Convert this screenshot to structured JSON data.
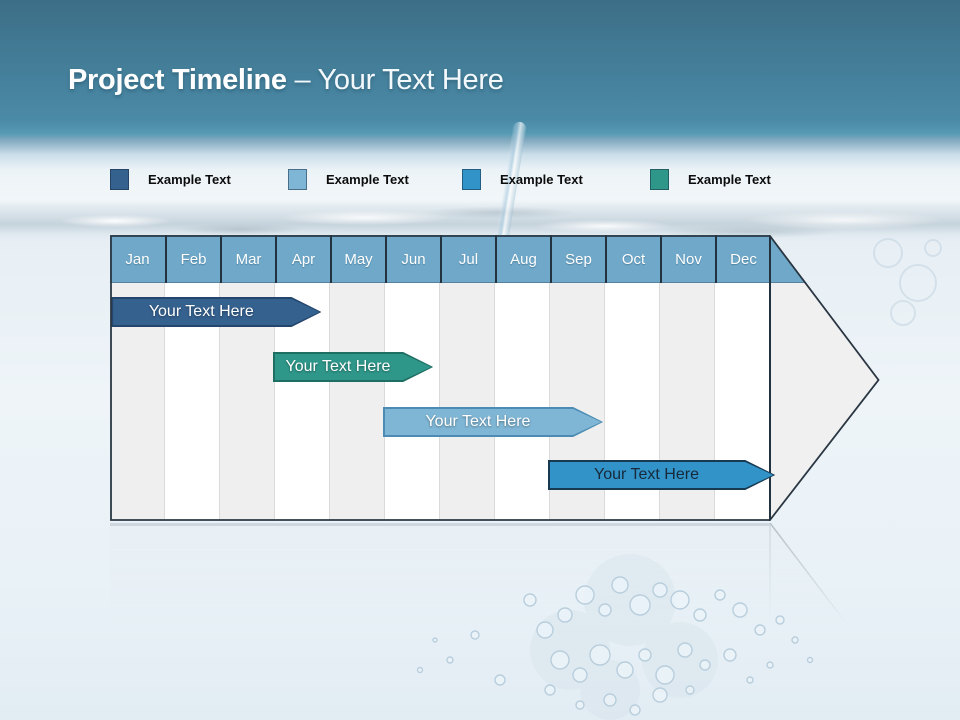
{
  "title": {
    "bold": "Project Timeline",
    "rest": "– Your Text Here"
  },
  "legend": {
    "items": [
      {
        "label": "Example Text",
        "color": "#35618F"
      },
      {
        "label": "Example Text",
        "color": "#7FB6D5"
      },
      {
        "label": "Example Text",
        "color": "#3193C8"
      },
      {
        "label": "Example Text",
        "color": "#2F978A"
      }
    ]
  },
  "timeline": {
    "months": [
      "Jan",
      "Feb",
      "Mar",
      "Apr",
      "May",
      "Jun",
      "Jul",
      "Aug",
      "Sep",
      "Oct",
      "Nov",
      "Dec"
    ],
    "header_color": "#6FA8C9",
    "column_colors": [
      "#EFEFEF",
      "#FFFFFF"
    ]
  },
  "chart_data": {
    "type": "bar",
    "subtype": "gantt-timeline",
    "title": "Project Timeline – Your Text Here",
    "categories": [
      "Jan",
      "Feb",
      "Mar",
      "Apr",
      "May",
      "Jun",
      "Jul",
      "Aug",
      "Sep",
      "Oct",
      "Nov",
      "Dec"
    ],
    "grid": "alternating-month-columns",
    "legend_position": "top",
    "tasks": [
      {
        "label": "Your Text Here",
        "row": 0,
        "start_month": "Jan",
        "end_month": "Mar",
        "start": 0.02,
        "end": 3.3,
        "color": "#35618F",
        "border_color": "#24466C",
        "text_color": "#FFFFFF"
      },
      {
        "label": "Your Text Here",
        "row": 1,
        "start_month": "Apr",
        "end_month": "Jun",
        "start": 2.96,
        "end": 5.33,
        "color": "#2F978A",
        "border_color": "#1E6E63",
        "text_color": "#FFFFFF"
      },
      {
        "label": "Your Text Here",
        "row": 2,
        "start_month": "Jun",
        "end_month": "Sep",
        "start": 4.96,
        "end": 8.42,
        "color": "#7FB6D5",
        "border_color": "#4C8CB4",
        "text_color": "#FFFFFF"
      },
      {
        "label": "Your Text Here",
        "row": 3,
        "start_month": "Sep",
        "end_month": "Dec",
        "start": 7.96,
        "end": 11.55,
        "color": "#3193C8",
        "border_color": "#173A52",
        "text_color": "#17293A"
      }
    ]
  }
}
